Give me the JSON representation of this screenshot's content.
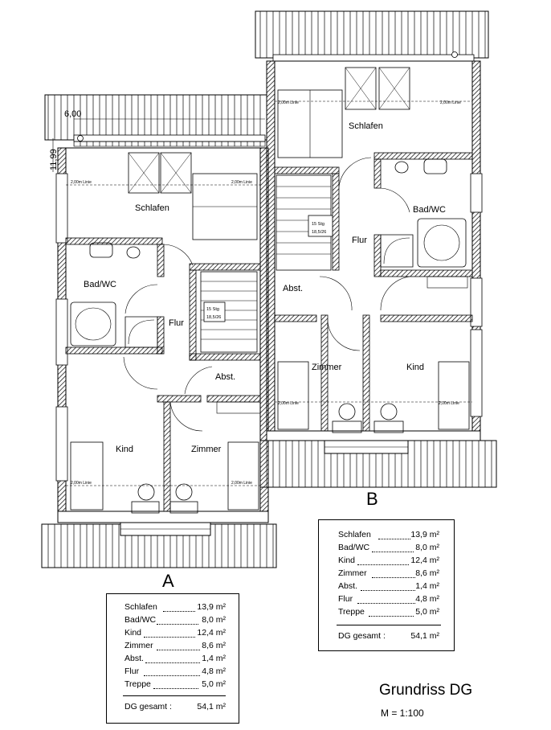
{
  "title": "Grundriss DG",
  "scale": "M = 1:100",
  "units": {
    "A": {
      "label": "A",
      "dim_width": "6,00",
      "dim_height": "11,99",
      "rooms": {
        "schlafen": "Schlafen",
        "bad": "Bad/WC",
        "flur": "Flur",
        "abst": "Abst.",
        "kind": "Kind",
        "zimmer": "Zimmer"
      },
      "stair": {
        "steps": "15 Stg",
        "ratio": "18,5/26"
      },
      "notes": {
        "n1": "2,00m Linie",
        "n2": "2,00m Linie",
        "n3": "2,00m Linie",
        "n4": "2,00m Linie"
      }
    },
    "B": {
      "label": "B",
      "rooms": {
        "schlafen": "Schlafen",
        "bad": "Bad/WC",
        "flur": "Flur",
        "abst": "Abst.",
        "zimmer": "Zimmer",
        "kind": "Kind"
      },
      "stair": {
        "steps": "15 Stg",
        "ratio": "18,5/26"
      },
      "notes": {
        "n1": "2,00m Linie",
        "n2": "2,00m Linie",
        "n3": "2,00m Linie",
        "n4": "2,00m Linie"
      }
    }
  },
  "area_tables": {
    "A": {
      "rows": [
        {
          "room": "Schlafen",
          "value": "13,9 m²"
        },
        {
          "room": "Bad/WC",
          "value": "8,0 m²"
        },
        {
          "room": "Kind",
          "value": "12,4 m²"
        },
        {
          "room": "Zimmer",
          "value": "8,6 m²"
        },
        {
          "room": "Abst.",
          "value": "1,4 m²"
        },
        {
          "room": "Flur",
          "value": "4,8 m²"
        },
        {
          "room": "Treppe",
          "value": "5,0 m²"
        }
      ],
      "total_label": "DG gesamt :",
      "total_value": "54,1 m²"
    },
    "B": {
      "rows": [
        {
          "room": "Schlafen",
          "value": "13,9 m²"
        },
        {
          "room": "Bad/WC",
          "value": "8,0 m²"
        },
        {
          "room": "Kind",
          "value": "12,4 m²"
        },
        {
          "room": "Zimmer",
          "value": "8,6 m²"
        },
        {
          "room": "Abst.",
          "value": "1,4 m²"
        },
        {
          "room": "Flur",
          "value": "4,8 m²"
        },
        {
          "room": "Treppe",
          "value": "5,0 m²"
        }
      ],
      "total_label": "DG gesamt :",
      "total_value": "54,1 m²"
    }
  },
  "colors": {
    "line": "#000000",
    "background": "#ffffff"
  }
}
